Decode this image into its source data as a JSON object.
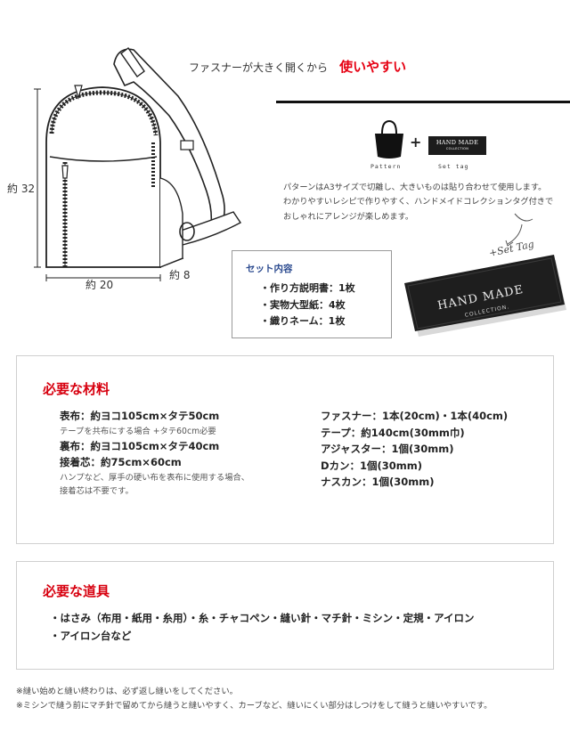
{
  "header": {
    "subtitle": "ファスナーが大きく開くから",
    "accent": "使いやすい"
  },
  "dimensions": {
    "height": "約 32",
    "width": "約 20",
    "depth": "約 8"
  },
  "pattern_set": {
    "pattern_caption": "Pattern",
    "settag_caption": "Set tag",
    "plus": "+",
    "mini_tag_line1": "HAND MADE",
    "mini_tag_line2": "COLLECTION"
  },
  "description": {
    "line1": "パターンはA3サイズで切離し、大きいものは貼り合わせて使用します。",
    "line2": "わかりやすいレシピで作りやすく、ハンドメイドコレクションタグ付きで",
    "line3": "おしゃれにアレンジが楽しめます。"
  },
  "set_contents": {
    "title": "セット内容",
    "items": [
      "・作り方説明書：1枚",
      "・実物大型紙：4枚",
      "・織りネーム：1枚"
    ]
  },
  "photo_tag": {
    "line1": "HAND MADE",
    "line2": "COLLECTION.",
    "handwritten": "+Set Tag"
  },
  "materials": {
    "title": "必要な材料",
    "left": [
      {
        "main": "表布：約ヨコ105cm×タテ50cm",
        "note": "テープを共布にする場合 +タテ60cm必要"
      },
      {
        "main": "裏布：約ヨコ105cm×タテ40cm",
        "note": ""
      },
      {
        "main": "接着芯：約75cm×60cm",
        "note": "ハンプなど、厚手の硬い布を表布に使用する場合、",
        "note2": "接着芯は不要です。"
      }
    ],
    "right": [
      "ファスナー：1本(20cm)・1本(40cm)",
      "テープ：約140cm(30mm巾)",
      "アジャスター：1個(30mm)",
      "Dカン：1個(30mm)",
      "ナスカン：1個(30mm)"
    ]
  },
  "tools": {
    "title": "必要な道具",
    "line1": "・はさみ（布用・紙用・糸用）・糸・チャコペン・縫い針・マチ針・ミシン・定規・アイロン",
    "line2": "・アイロン台など"
  },
  "footer": {
    "note1": "※縫い始めと縫い終わりは、必ず返し縫いをしてください。",
    "note2": "※ミシンで縫う前にマチ針で留めてから縫うと縫いやすく、カーブなど、縫いにくい部分はしつけをして縫うと縫いやすいです。"
  }
}
